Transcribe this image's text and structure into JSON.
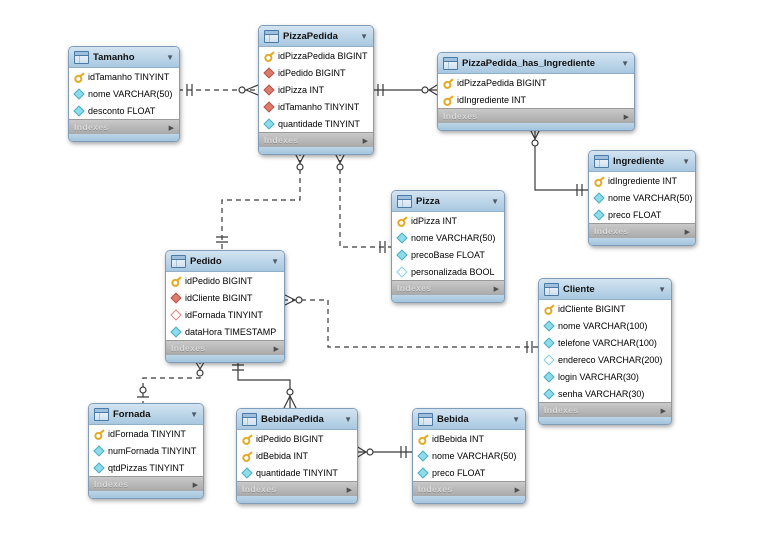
{
  "diagram": {
    "tool": "EER diagram",
    "colors": {
      "table_header_blue": "#b7d1e6",
      "indexes_bar_gray": "#b3b3b3",
      "primary_key_gold": "#e3a921",
      "foreign_key_red": "#dd7a6e",
      "attribute_cyan": "#8edceb",
      "relationship_line": "#3a3a3a",
      "canvas_background": "#ffffff"
    },
    "tables": [
      {
        "title": "Tamanho",
        "footer": "Indexes",
        "fields": [
          {
            "icon": "primary-key-icon",
            "text": "idTamanho TINYINT"
          },
          {
            "icon": "attribute-icon",
            "text": "nome VARCHAR(50)"
          },
          {
            "icon": "attribute-icon",
            "text": "desconto FLOAT"
          }
        ]
      },
      {
        "title": "PizzaPedida",
        "footer": "Indexes",
        "fields": [
          {
            "icon": "primary-key-icon",
            "text": "idPizzaPedida BIGINT"
          },
          {
            "icon": "foreign-key-icon",
            "text": "idPedido BIGINT"
          },
          {
            "icon": "foreign-key-icon",
            "text": "idPizza INT"
          },
          {
            "icon": "foreign-key-icon",
            "text": "idTamanho TINYINT"
          },
          {
            "icon": "attribute-icon",
            "text": "quantidade TINYINT"
          }
        ]
      },
      {
        "title": "PizzaPedida_has_Ingrediente",
        "footer": "Indexes",
        "fields": [
          {
            "icon": "primary-key-icon",
            "text": "idPizzaPedida BIGINT"
          },
          {
            "icon": "primary-key-icon",
            "text": "idIngrediente INT"
          }
        ]
      },
      {
        "title": "Ingrediente",
        "footer": "Indexes",
        "fields": [
          {
            "icon": "primary-key-icon",
            "text": "idIngrediente INT"
          },
          {
            "icon": "attribute-icon",
            "text": "nome VARCHAR(50)"
          },
          {
            "icon": "attribute-icon",
            "text": "preco FLOAT"
          }
        ]
      },
      {
        "title": "Pizza",
        "footer": "Indexes",
        "fields": [
          {
            "icon": "primary-key-icon",
            "text": "idPizza INT"
          },
          {
            "icon": "attribute-icon",
            "text": "nome VARCHAR(50)"
          },
          {
            "icon": "attribute-icon",
            "text": "precoBase FLOAT"
          },
          {
            "icon": "nullable-attribute-icon",
            "text": "personalizada BOOL"
          }
        ]
      },
      {
        "title": "Pedido",
        "footer": "Indexes",
        "fields": [
          {
            "icon": "primary-key-icon",
            "text": "idPedido BIGINT"
          },
          {
            "icon": "foreign-key-icon",
            "text": "idCliente BIGINT"
          },
          {
            "icon": "nullable-foreign-key-icon",
            "text": "idFornada TINYINT"
          },
          {
            "icon": "attribute-icon",
            "text": "dataHora TIMESTAMP"
          }
        ]
      },
      {
        "title": "Cliente",
        "footer": "Indexes",
        "fields": [
          {
            "icon": "primary-key-icon",
            "text": "idCliente BIGINT"
          },
          {
            "icon": "attribute-icon",
            "text": "nome VARCHAR(100)"
          },
          {
            "icon": "attribute-icon",
            "text": "telefone VARCHAR(100)"
          },
          {
            "icon": "nullable-attribute-icon",
            "text": "endereco VARCHAR(200)"
          },
          {
            "icon": "attribute-icon",
            "text": "login VARCHAR(30)"
          },
          {
            "icon": "attribute-icon",
            "text": "senha VARCHAR(30)"
          }
        ]
      },
      {
        "title": "Fornada",
        "footer": "Indexes",
        "fields": [
          {
            "icon": "primary-key-icon",
            "text": "idFornada TINYINT"
          },
          {
            "icon": "attribute-icon",
            "text": "numFornada TINYINT"
          },
          {
            "icon": "attribute-icon",
            "text": "qtdPizzas TINYINT"
          }
        ]
      },
      {
        "title": "BebidaPedida",
        "footer": "Indexes",
        "fields": [
          {
            "icon": "primary-key-icon",
            "text": "idPedido BIGINT"
          },
          {
            "icon": "primary-key-icon",
            "text": "idBebida INT"
          },
          {
            "icon": "attribute-icon",
            "text": "quantidade TINYINT"
          }
        ]
      },
      {
        "title": "Bebida",
        "footer": "Indexes",
        "fields": [
          {
            "icon": "primary-key-icon",
            "text": "idBebida INT"
          },
          {
            "icon": "attribute-icon",
            "text": "nome VARCHAR(50)"
          },
          {
            "icon": "attribute-icon",
            "text": "preco FLOAT"
          }
        ]
      }
    ],
    "relationships": [
      {
        "from": "Tamanho",
        "to": "PizzaPedida",
        "style": "dashed",
        "from_cardinality": "1",
        "to_cardinality": "0..many"
      },
      {
        "from": "PizzaPedida",
        "to": "PizzaPedida_has_Ingrediente",
        "style": "solid",
        "from_cardinality": "1",
        "to_cardinality": "0..many"
      },
      {
        "from": "Ingrediente",
        "to": "PizzaPedida_has_Ingrediente",
        "style": "solid",
        "from_cardinality": "1",
        "to_cardinality": "0..many"
      },
      {
        "from": "Pizza",
        "to": "PizzaPedida",
        "style": "dashed",
        "from_cardinality": "1",
        "to_cardinality": "0..many"
      },
      {
        "from": "Pedido",
        "to": "PizzaPedida",
        "style": "dashed",
        "from_cardinality": "1",
        "to_cardinality": "0..many"
      },
      {
        "from": "Cliente",
        "to": "Pedido",
        "style": "dashed",
        "from_cardinality": "1",
        "to_cardinality": "0..many"
      },
      {
        "from": "Fornada",
        "to": "Pedido",
        "style": "dashed",
        "from_cardinality": "0..1",
        "to_cardinality": "0..many"
      },
      {
        "from": "Pedido",
        "to": "BebidaPedida",
        "style": "solid",
        "from_cardinality": "1",
        "to_cardinality": "0..many"
      },
      {
        "from": "Bebida",
        "to": "BebidaPedida",
        "style": "solid",
        "from_cardinality": "1",
        "to_cardinality": "0..many"
      }
    ]
  }
}
